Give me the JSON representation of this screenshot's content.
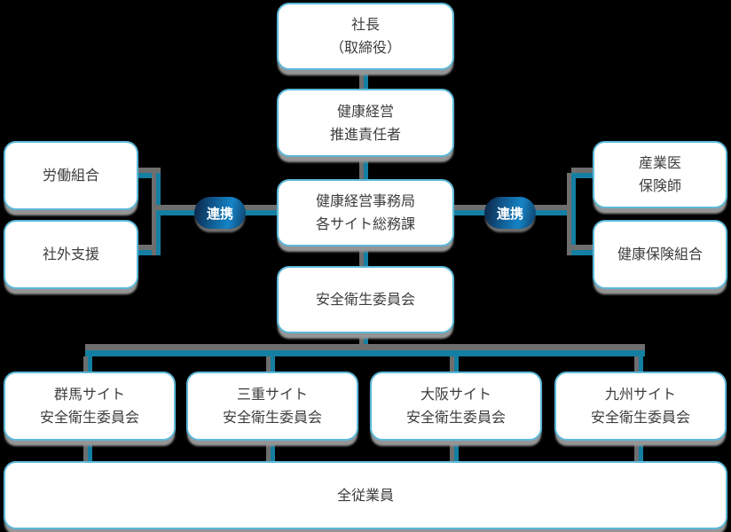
{
  "colors": {
    "background": "#000000",
    "node_fill": "#ffffff",
    "node_border": "#5cb8d8",
    "node_text": "#3d3d3d",
    "connector_teal": "#147fa2",
    "connector_shadow_grey": "#6e6e6e",
    "badge_gradient_dark": "#0c2a4c",
    "badge_gradient_light": "#1584c6",
    "badge_text": "#ffffff"
  },
  "nodes": {
    "president": {
      "lines": [
        "社長",
        "（取締役）"
      ]
    },
    "promoter": {
      "lines": [
        "健康経営",
        "推進責任者"
      ]
    },
    "office": {
      "lines": [
        "健康経営事務局",
        "各サイト総務課"
      ]
    },
    "safety_committee": {
      "lines": [
        "安全衛生委員会"
      ]
    },
    "labor_union": {
      "lines": [
        "労働組合"
      ]
    },
    "external_support": {
      "lines": [
        "社外支援"
      ]
    },
    "occupational_physician": {
      "lines": [
        "産業医",
        "保険師"
      ]
    },
    "health_insurance": {
      "lines": [
        "健康保険組合"
      ]
    },
    "site_gunma": {
      "lines": [
        "群馬サイト",
        "安全衛生委員会"
      ]
    },
    "site_mie": {
      "lines": [
        "三重サイト",
        "安全衛生委員会"
      ]
    },
    "site_osaka": {
      "lines": [
        "大阪サイト",
        "安全衛生委員会"
      ]
    },
    "site_kyushu": {
      "lines": [
        "九州サイト",
        "安全衛生委員会"
      ]
    },
    "all_employees": {
      "lines": [
        "全従業員"
      ]
    }
  },
  "badges": {
    "left": "連携",
    "right": "連携"
  }
}
